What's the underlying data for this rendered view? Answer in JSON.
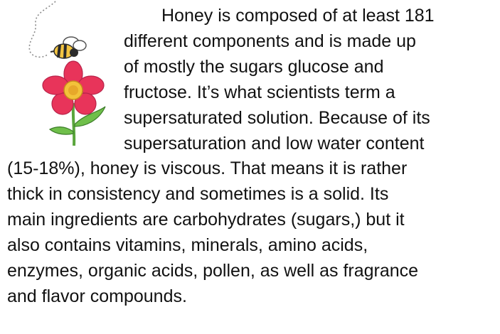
{
  "illustration": {
    "icon": "bee-and-flower-icon",
    "colors": {
      "petal": "#e8345a",
      "center": "#f3c23a",
      "stem": "#5aa53c",
      "bee_stripe": "#2b2b2b",
      "bee_body": "#f4c542"
    }
  },
  "article": {
    "lines": [
      "Honey is composed of at least 181",
      "different components and is made up",
      "of mostly the sugars glucose and",
      "fructose. It’s what scientists term a",
      "supersaturated solution. Because of its",
      "supersaturation and low water content",
      "(15-18%), honey is viscous. That means it is rather",
      "thick in consistency and sometimes is a solid. Its",
      "main ingredients are carbohydrates (sugars,) but it",
      "also contains vitamins, minerals, amino acids,",
      "enzymes, organic acids, pollen, as well as fragrance",
      "and flavor compounds."
    ]
  }
}
